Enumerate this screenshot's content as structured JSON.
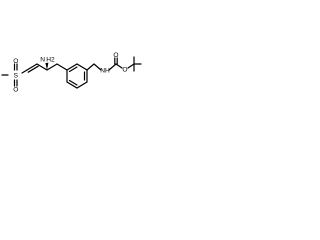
{
  "molecule": {
    "atom_labels": {
      "sulfur": "S",
      "sulfonyl_oxygen_top": "O",
      "sulfonyl_oxygen_bottom": "O",
      "amine_n": "N",
      "amine_h2": "H2",
      "carbamate_nh": "NH",
      "carbonyl_oxygen": "O",
      "ester_oxygen": "O"
    },
    "colors": {
      "bonds": "#000000",
      "labels": "#000000",
      "background": "#ffffff"
    }
  }
}
